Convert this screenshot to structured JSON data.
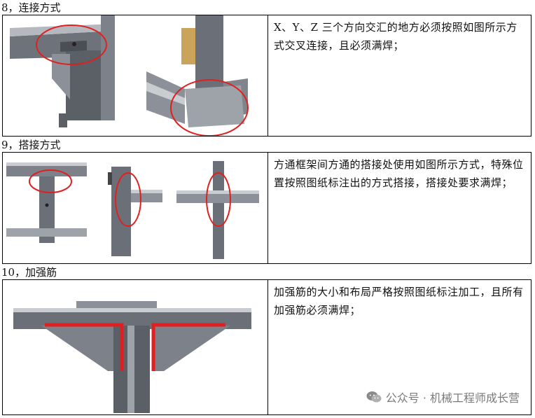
{
  "sections": [
    {
      "heading": "8，连接方式",
      "text": "X、Y、Z 三个方向交汇的地方必须按照如图所示方式交叉连接，且必须满焊；"
    },
    {
      "heading": "9，搭接方式",
      "text": "方通框架间方通的搭接处使用如图所示方式，特殊位置按照图纸标注出的方式搭接，搭接处要求满焊；"
    },
    {
      "heading": "10，加强筋",
      "text": "加强筋的大小和布局严格按照图纸标注加工，且所有加强筋必须满焊；"
    }
  ],
  "watermark": {
    "text": "公众号 · 机械工程师成长营",
    "icon": "wechat-icon"
  },
  "colors": {
    "highlight_red": "#e02020",
    "steel_dark": "#5b5f66",
    "steel_mid": "#8c9098",
    "steel_light": "#c9ccd1"
  }
}
